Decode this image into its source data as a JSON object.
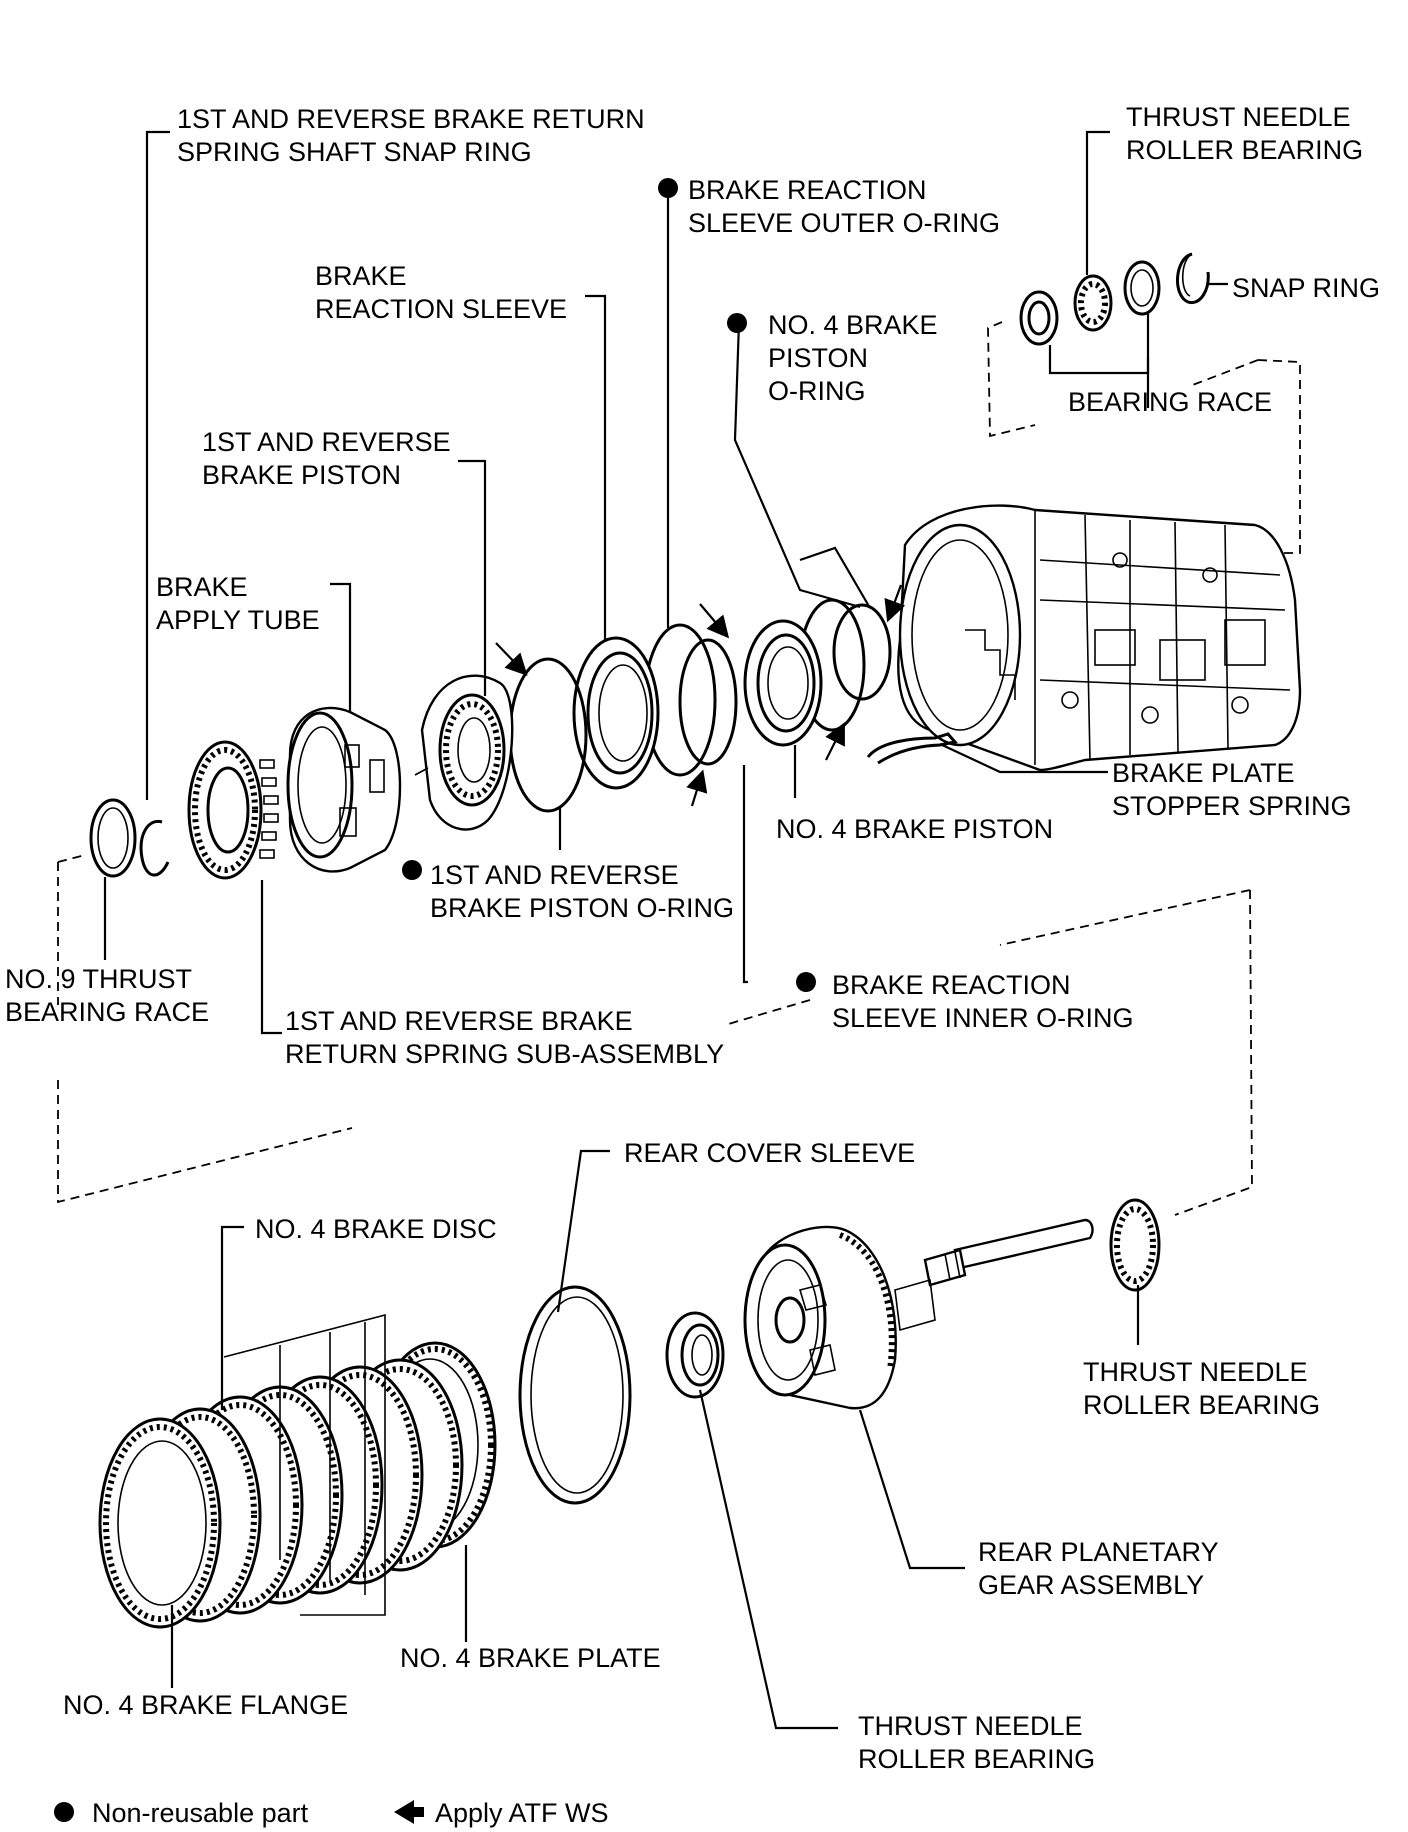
{
  "labels": {
    "snap_ring_shaft": [
      "1ST AND REVERSE BRAKE RETURN",
      "SPRING SHAFT SNAP RING"
    ],
    "thrust_bearing_top": [
      "THRUST NEEDLE",
      "ROLLER BEARING"
    ],
    "outer_oring": [
      "BRAKE REACTION",
      "SLEEVE OUTER O-RING"
    ],
    "snap_ring": "SNAP RING",
    "reaction_sleeve": [
      "BRAKE",
      "REACTION SLEEVE"
    ],
    "no4_piston_oring": [
      "NO. 4 BRAKE",
      "PISTON",
      "O-RING"
    ],
    "bearing_race": "BEARING RACE",
    "rev_piston": [
      "1ST AND REVERSE",
      "BRAKE PISTON"
    ],
    "apply_tube": [
      "BRAKE",
      "APPLY TUBE"
    ],
    "stopper_spring": [
      "BRAKE PLATE",
      "STOPPER SPRING"
    ],
    "no4_piston": "NO. 4 BRAKE PISTON",
    "rev_piston_oring": [
      "1ST AND REVERSE",
      "BRAKE PISTON O-RING"
    ],
    "no9_race": [
      "NO. 9 THRUST",
      "BEARING RACE"
    ],
    "inner_oring": [
      "BRAKE REACTION",
      "SLEEVE INNER O-RING"
    ],
    "return_spring": [
      "1ST AND REVERSE BRAKE",
      "RETURN SPRING SUB-ASSEMBLY"
    ],
    "rear_cover_sleeve": "REAR COVER SLEEVE",
    "no4_disc": "NO. 4 BRAKE DISC",
    "thrust_bearing_right": [
      "THRUST NEEDLE",
      "ROLLER BEARING"
    ],
    "rear_planetary": [
      "REAR PLANETARY",
      "GEAR ASSEMBLY"
    ],
    "no4_plate": "NO. 4 BRAKE PLATE",
    "no4_flange": "NO. 4 BRAKE FLANGE",
    "thrust_bearing_bottom": [
      "THRUST NEEDLE",
      "ROLLER BEARING"
    ]
  },
  "legend": {
    "non_reusable": "Non-reusable part",
    "apply_atf": "Apply ATF WS"
  }
}
